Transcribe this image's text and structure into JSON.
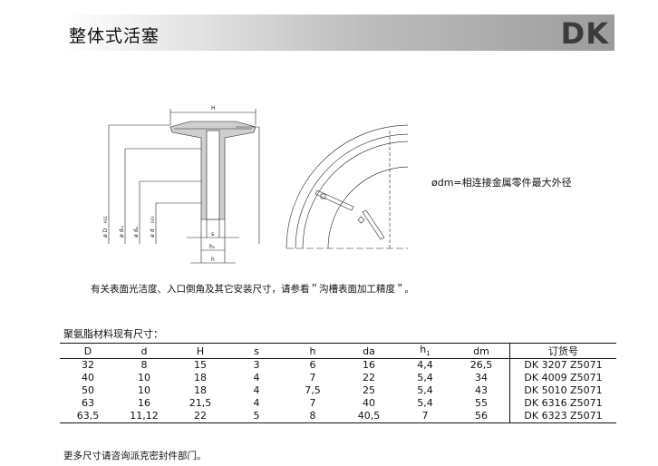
{
  "header": {
    "title": "整体式活塞",
    "code": "DK"
  },
  "drawing": {
    "labels": {
      "H": "H",
      "D": "ø D",
      "D_tol": "H11",
      "dm": "ø dₘ",
      "da": "ø dₐ",
      "d": "ø d",
      "d_tol": "h10",
      "s": "s",
      "h1": "h₁",
      "h": "h"
    }
  },
  "notes": {
    "dm": "ødm=相连接金属零件最大外径",
    "surface": "有关表面光洁度、入口倒角及其它安装尺寸，请参看＂沟槽表面加工精度＂。",
    "available": "聚氨脂材料现有尺寸：",
    "footer": "更多尺寸请咨询派克密封件部门。"
  },
  "table": {
    "headers": {
      "D": "D",
      "d": "d",
      "H": "H",
      "s": "s",
      "h": "h",
      "da": "da",
      "h1": "h",
      "h1_sub": "1",
      "dm": "dm",
      "code": "订货号"
    },
    "rows": [
      {
        "D": "32",
        "d": "8",
        "H": "15",
        "s": "3",
        "h": "6",
        "da": "16",
        "h1": "4,4",
        "dm": "26,5",
        "code": "DK 3207 Z5071"
      },
      {
        "D": "40",
        "d": "10",
        "H": "18",
        "s": "4",
        "h": "7",
        "da": "22",
        "h1": "5,4",
        "dm": "34",
        "code": "DK 4009 Z5071"
      },
      {
        "D": "50",
        "d": "10",
        "H": "18",
        "s": "4",
        "h": "7,5",
        "da": "25",
        "h1": "5,4",
        "dm": "43",
        "code": "DK 5010 Z5071"
      },
      {
        "D": "63",
        "d": "16",
        "H": "21,5",
        "s": "4",
        "h": "7",
        "da": "40",
        "h1": "5,4",
        "dm": "55",
        "code": "DK 6316 Z5071"
      },
      {
        "D": "63,5",
        "d": "11,12",
        "H": "22",
        "s": "5",
        "h": "8",
        "da": "40,5",
        "h1": "7",
        "dm": "56",
        "code": "DK 6323 Z5071"
      }
    ]
  }
}
